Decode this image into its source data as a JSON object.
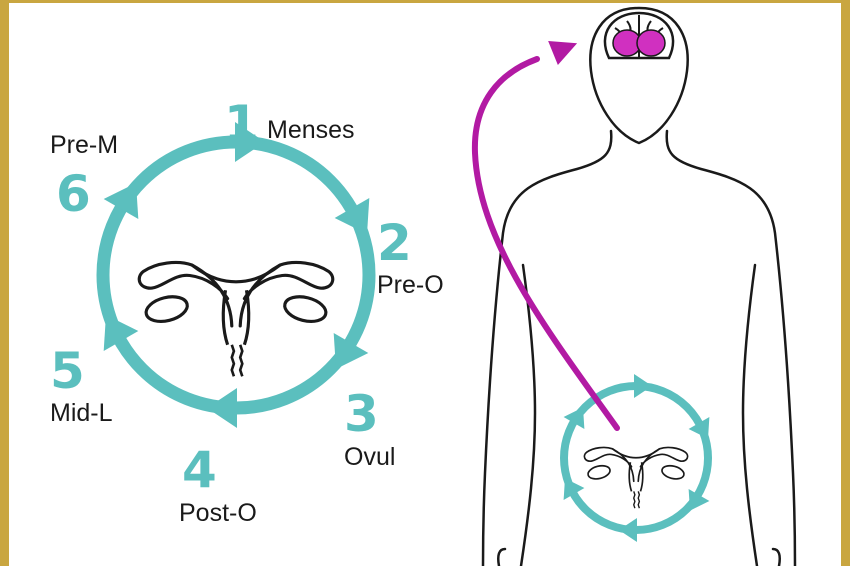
{
  "colors": {
    "teal": "#5bbfbe",
    "magenta": "#b21aa3",
    "border": "#c9a640",
    "line": "#1a1a1a"
  },
  "phases": [
    {
      "number": "1",
      "label": "Menses"
    },
    {
      "number": "2",
      "label": "Pre-O"
    },
    {
      "number": "3",
      "label": "Ovul"
    },
    {
      "number": "4",
      "label": "Post-O"
    },
    {
      "number": "5",
      "label": "Mid-L"
    },
    {
      "number": "6",
      "label": "Pre-M"
    }
  ],
  "icons": {
    "uterus": "uterus-icon",
    "brain": "brain-icon",
    "body": "human-body-outline",
    "signal": "uterus-to-brain-arrow"
  }
}
